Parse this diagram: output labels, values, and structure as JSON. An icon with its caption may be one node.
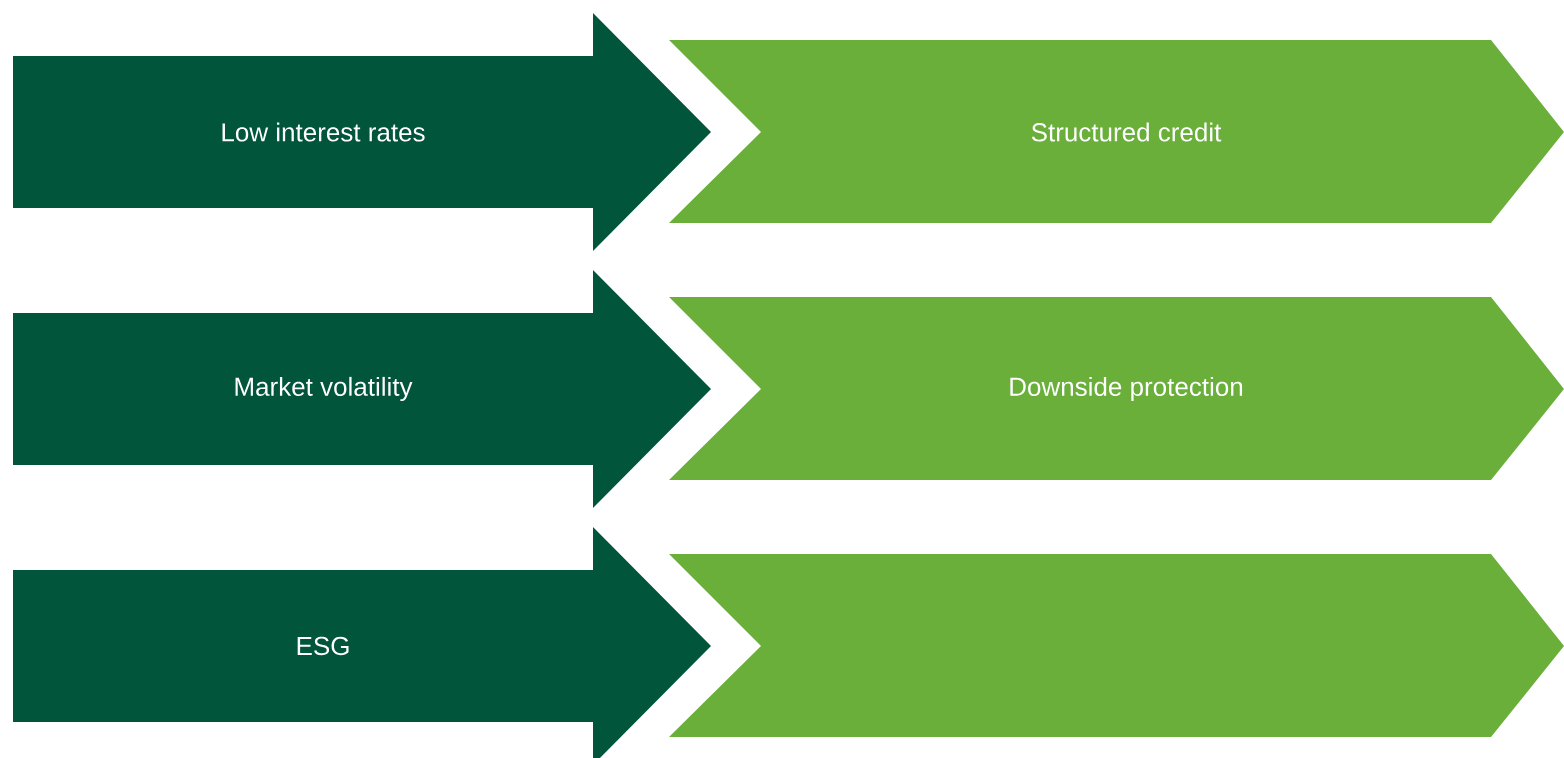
{
  "diagram": {
    "nodes": [
      {
        "text": [
          "Low interest rates"
        ]
      },
      {
        "text": [
          "Structured credit"
        ]
      },
      {
        "text": [
          "Market volatility"
        ]
      },
      {
        "text": [
          "Downside protection"
        ]
      },
      {
        "text": [
          "ESG"
        ]
      },
      {
        "text": [],
        "shape": "chevron"
      }
    ]
  }
}
